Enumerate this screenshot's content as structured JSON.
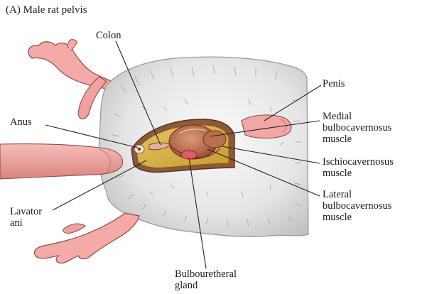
{
  "figure": {
    "caption": "(A) Male rat pelvis",
    "labels": {
      "colon": "Colon",
      "penis": "Penis",
      "anus": "Anus",
      "medial_line1": "Medial",
      "medial_line2": "bulbocavernosus",
      "medial_line3": "muscle",
      "ischio_line1": "Ischiocavernosus",
      "ischio_line2": "muscle",
      "lavator_line1": "Lavator",
      "lavator_line2": "ani",
      "lateral_line1": "Lateral",
      "lateral_line2": "bulbocavernosus",
      "lateral_line3": "muscle",
      "bulbo_line1": "Bulbouretheral",
      "bulbo_line2": "gland"
    }
  },
  "colors": {
    "fur": "#eeeeee",
    "fur_shadow": "#c8c8c8",
    "skin": "#f2a7a4",
    "muscle": "#b87050",
    "fat": "#d8b44a",
    "gland": "#e05a6a",
    "leader": "#222222"
  }
}
